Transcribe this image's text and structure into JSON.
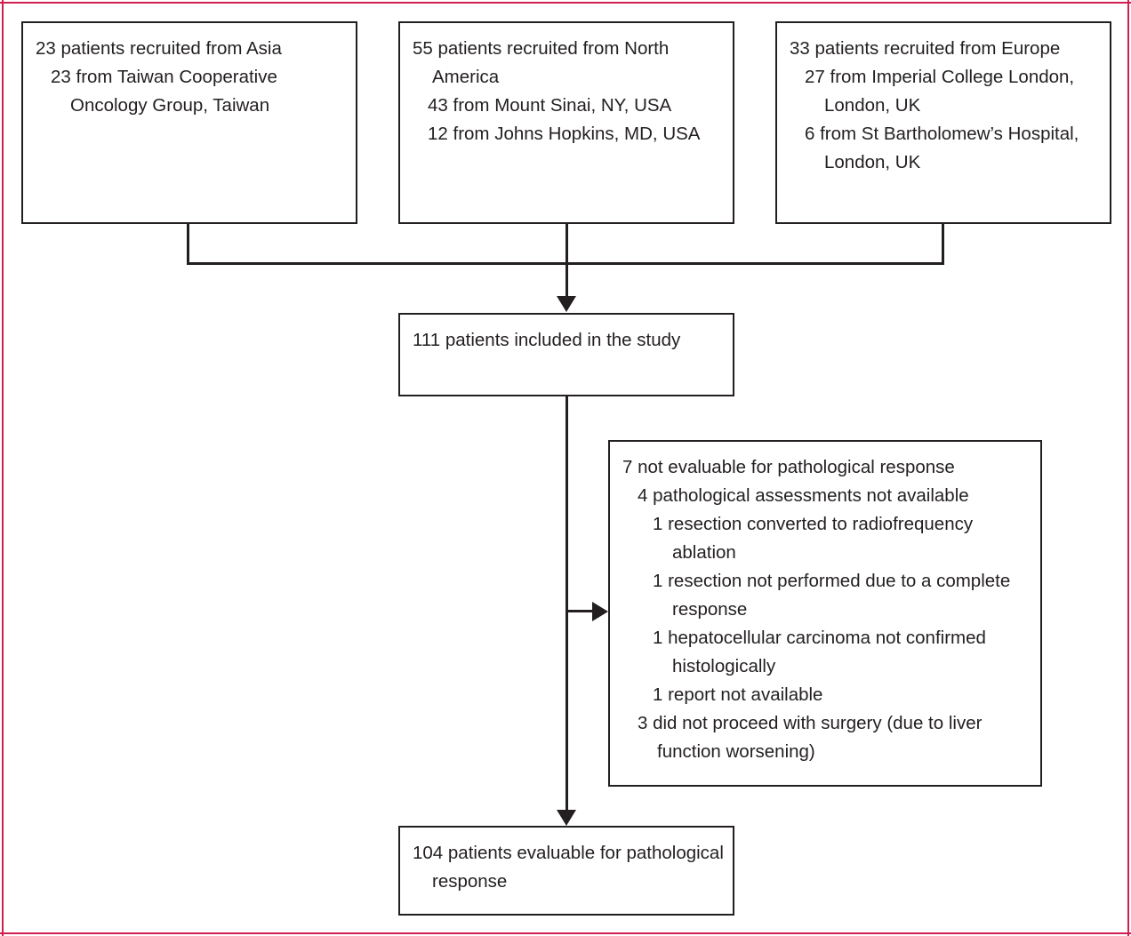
{
  "figure": {
    "type": "flowchart",
    "subject": "Patient recruitment and evaluability flow diagram",
    "border_color": "#cf1e4f",
    "line_color": "#231f20"
  },
  "nodes": {
    "asia": {
      "name": "recruitment-asia",
      "lines": [
        {
          "level": 0,
          "text": "23 patients recruited from Asia"
        },
        {
          "level": 1,
          "text": "23 from Taiwan Cooperative Oncology Group, Taiwan"
        }
      ]
    },
    "north_america": {
      "name": "recruitment-north-america",
      "lines": [
        {
          "level": 0,
          "text": "55 patients recruited from North America"
        },
        {
          "level": 1,
          "text": "43 from Mount Sinai, NY, USA"
        },
        {
          "level": 1,
          "text": "12 from Johns Hopkins, MD, USA"
        }
      ]
    },
    "europe": {
      "name": "recruitment-europe",
      "lines": [
        {
          "level": 0,
          "text": "33 patients recruited from Europe"
        },
        {
          "level": 1,
          "text": "27 from Imperial College London, London, UK"
        },
        {
          "level": 1,
          "text": "6 from St Bartholomew’s Hospital, London, UK"
        }
      ]
    },
    "included": {
      "name": "patients-included",
      "lines": [
        {
          "level": 0,
          "text": "111 patients included in the study"
        }
      ]
    },
    "excluded": {
      "name": "not-evaluable-exclusions",
      "lines": [
        {
          "level": 0,
          "text": "7 not evaluable for pathological response"
        },
        {
          "level": 1,
          "text": "4 pathological assessments not available"
        },
        {
          "level": 2,
          "text": "1 resection converted to radiofrequency ablation"
        },
        {
          "level": 2,
          "text": "1 resection not performed due to a complete response"
        },
        {
          "level": 2,
          "text": "1 hepatocellular carcinoma not confirmed histologically"
        },
        {
          "level": 2,
          "text": "1 report not available"
        },
        {
          "level": 1,
          "text": "3 did not proceed with surgery (due to liver function worsening)"
        }
      ]
    },
    "evaluable": {
      "name": "patients-evaluable",
      "lines": [
        {
          "level": 0,
          "text": "104 patients evaluable for pathological response"
        }
      ]
    }
  },
  "counts": {
    "asia_total": 23,
    "taiwan_cooperative_oncology_group": 23,
    "north_america_total": 55,
    "mount_sinai": 43,
    "johns_hopkins": 12,
    "europe_total": 33,
    "imperial_college_london": 27,
    "st_bartholomews_hospital": 6,
    "included_in_study": 111,
    "not_evaluable": 7,
    "pathological_assessments_not_available": 4,
    "resection_converted_to_radiofrequency_ablation": 1,
    "resection_not_performed_complete_response": 1,
    "hcc_not_confirmed_histologically": 1,
    "report_not_available": 1,
    "did_not_proceed_with_surgery": 3,
    "evaluable_for_pathological_response": 104
  },
  "connectors": [
    {
      "name": "merge-rail-recruitment",
      "kind": "horizontal"
    },
    {
      "name": "drop-asia",
      "kind": "vertical"
    },
    {
      "name": "drop-europe",
      "kind": "vertical"
    },
    {
      "name": "arrow-to-included",
      "kind": "arrow-down"
    },
    {
      "name": "spine-included-to-evaluable",
      "kind": "vertical"
    },
    {
      "name": "arrow-to-excluded",
      "kind": "arrow-right"
    },
    {
      "name": "arrow-to-evaluable",
      "kind": "arrow-down"
    }
  ]
}
